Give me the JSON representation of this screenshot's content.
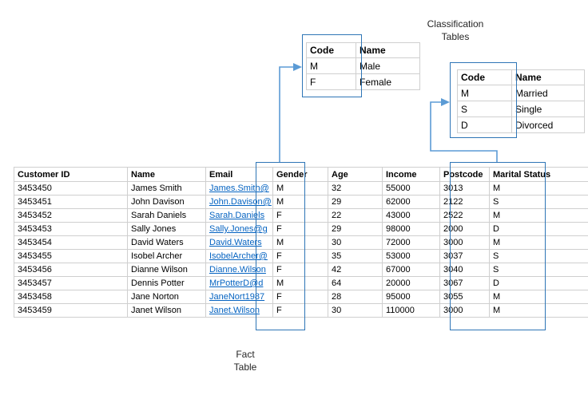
{
  "labels": {
    "classification_line1": "Classification",
    "classification_line2": "Tables",
    "fact_line1": "Fact",
    "fact_line2": "Table"
  },
  "gender_lookup": {
    "headers": [
      "Code",
      "Name"
    ],
    "rows": [
      [
        "M",
        "Male"
      ],
      [
        "F",
        "Female"
      ]
    ]
  },
  "marital_lookup": {
    "headers": [
      "Code",
      "Name"
    ],
    "rows": [
      [
        "M",
        "Married"
      ],
      [
        "S",
        "Single"
      ],
      [
        "D",
        "Divorced"
      ]
    ]
  },
  "fact_table": {
    "headers": [
      "Customer ID",
      "Name",
      "Email",
      "Gender",
      "Age",
      "Income",
      "Postcode",
      "Marital Status"
    ],
    "email_column_index": 2,
    "rows": [
      [
        "3453450",
        "James Smith",
        "James.Smith@",
        "M",
        "32",
        "55000",
        "3013",
        "M"
      ],
      [
        "3453451",
        "John Davison",
        "John.Davison@",
        "M",
        "29",
        "62000",
        "2122",
        "S"
      ],
      [
        "3453452",
        "Sarah Daniels",
        "Sarah.Daniels",
        "F",
        "22",
        "43000",
        "2522",
        "M"
      ],
      [
        "3453453",
        "Sally Jones",
        "Sally.Jones@g",
        "F",
        "29",
        "98000",
        "2000",
        "D"
      ],
      [
        "3453454",
        "David Waters",
        "David.Waters",
        "M",
        "30",
        "72000",
        "3000",
        "M"
      ],
      [
        "3453455",
        "Isobel Archer",
        "IsobelArcher@",
        "F",
        "35",
        "53000",
        "3037",
        "S"
      ],
      [
        "3453456",
        "Dianne Wilson",
        "Dianne.Wilson",
        "F",
        "42",
        "67000",
        "3040",
        "S"
      ],
      [
        "3453457",
        "Dennis Potter",
        "MrPotterD@d",
        "M",
        "64",
        "20000",
        "3067",
        "D"
      ],
      [
        "3453458",
        "Jane Norton",
        "JaneNort1987",
        "F",
        "28",
        "95000",
        "3055",
        "M"
      ],
      [
        "3453459",
        "Janet Wilson",
        "Janet.Wilson",
        "F",
        "30",
        "110000",
        "3000",
        "M"
      ]
    ]
  },
  "colors": {
    "accent": "#2E75B6",
    "connector": "#5B9BD5",
    "grid": "#CFCFCF",
    "link": "#0563C1",
    "text": "#1a1a1a"
  }
}
